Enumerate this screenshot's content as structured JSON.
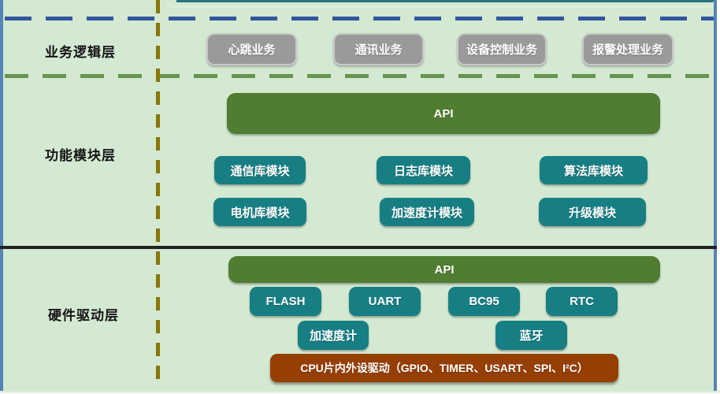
{
  "diagram": {
    "layers": {
      "business": {
        "label": "业务逻辑层",
        "boxes": [
          "心跳业务",
          "通讯业务",
          "设备控制业务",
          "报警处理业务"
        ]
      },
      "function": {
        "label": "功能模块层",
        "api_label": "API",
        "row1": [
          "通信库模块",
          "日志库模块",
          "算法库模块"
        ],
        "row2": [
          "电机库模块",
          "加速度计模块",
          "升级模块"
        ]
      },
      "hardware": {
        "label": "硬件驱动层",
        "api_label": "API",
        "row1": [
          "FLASH",
          "UART",
          "BC95",
          "RTC"
        ],
        "row2": [
          "加速度计",
          "蓝牙"
        ],
        "cpu_driver": "CPU片内外设驱动（GPIO、TIMER、USART、SPI、I²C）"
      }
    },
    "colors": {
      "background": "#d3e9d1",
      "frame_blue": "#5583b5",
      "dashed_blue": "#32569b",
      "dashed_green": "#66944d",
      "dashed_olive": "#8a7508",
      "divider_black": "#232323",
      "box_gray": "#9a9a9a",
      "box_teal": "#177f84",
      "box_green": "#507d32",
      "box_brown": "#963f05",
      "text_white": "#ffffff",
      "label_black": "#141414"
    }
  }
}
